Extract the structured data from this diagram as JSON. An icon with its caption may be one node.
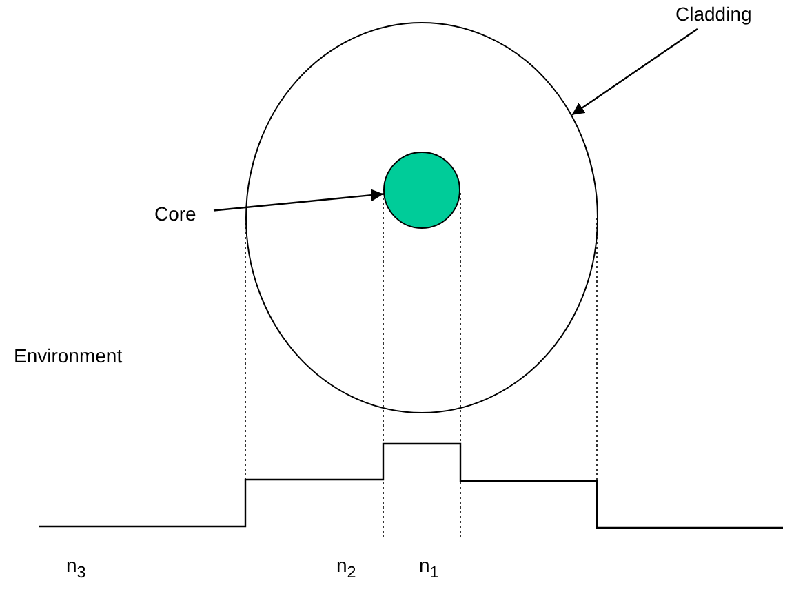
{
  "diagram": {
    "nodes": [
      {
        "text": [
          "Core"
        ]
      },
      {
        "text": [
          "Cladding"
        ]
      },
      {
        "text": [],
        "shape": "circle"
      },
      {
        "text": [],
        "shape": "circle",
        "in": 2
      }
    ],
    "edges": [
      {
        "from": 0,
        "to": 3,
        "arrow": "to"
      },
      {
        "from": 1,
        "to": 2,
        "arrow": "to"
      }
    ],
    "labels": [
      "Environment",
      "n$_{3}$",
      "n$_{2}$",
      "n$_{1}$"
    ]
  }
}
